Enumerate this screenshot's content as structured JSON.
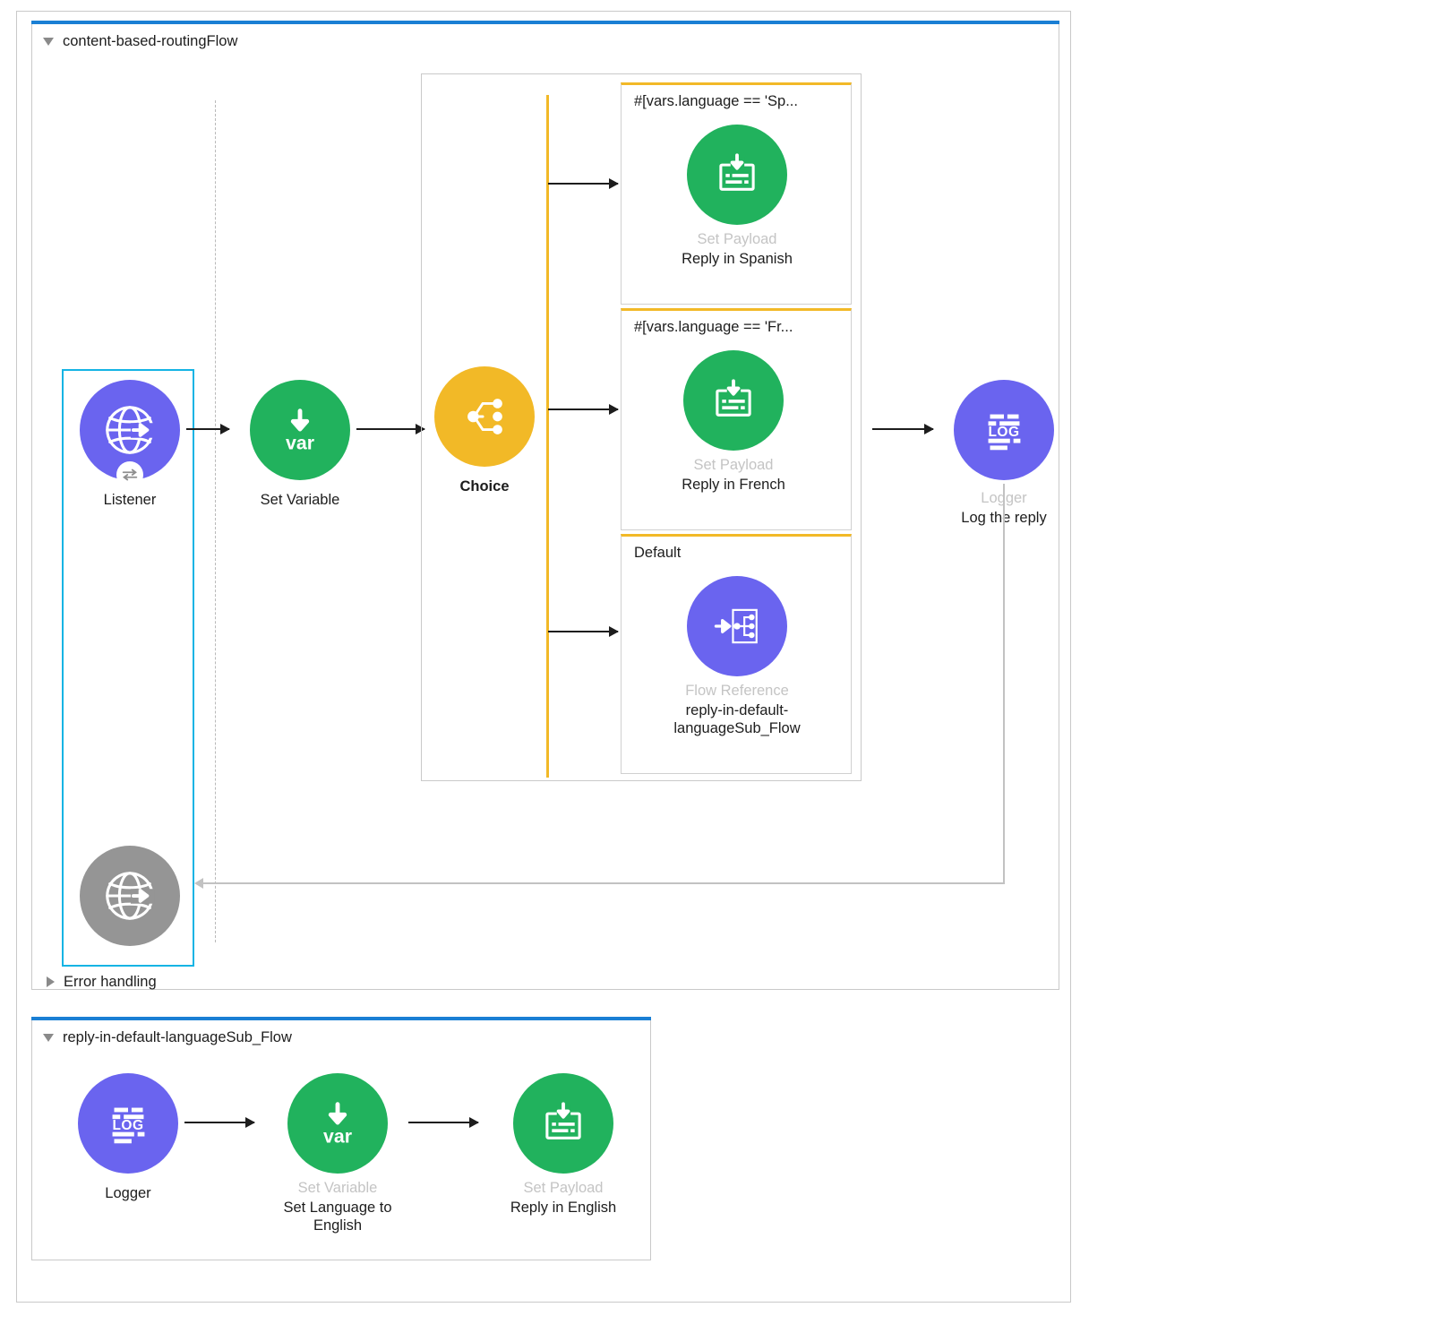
{
  "editor": {
    "flows": [
      {
        "id": "main",
        "name": "content-based-routingFlow",
        "expanded_icon": "triangle-down-icon",
        "error_handling_label": "Error handling",
        "error_handling_icon": "triangle-right-icon"
      },
      {
        "id": "sub",
        "name": "reply-in-default-languageSub_Flow",
        "expanded_icon": "triangle-down-icon"
      }
    ]
  },
  "main_flow": {
    "source": {
      "type": "Listener",
      "label": "Listener",
      "icon": "globe-arrow-icon",
      "badge_icon": "exchange-icon",
      "color": "#6a64ef",
      "selected": true
    },
    "response": {
      "type": "Listener Response",
      "icon": "globe-arrow-icon",
      "color": "#959595"
    },
    "set_variable": {
      "type": "Set Variable",
      "label": "Set Variable",
      "icon": "var-down-arrow-icon",
      "color": "#21b25d"
    },
    "choice": {
      "type": "Choice",
      "label": "Choice",
      "icon": "branch-node-icon",
      "color": "#f2b927",
      "branches": [
        {
          "title": "#[vars.language == 'Sp...",
          "processor": {
            "type": "Set Payload",
            "label": "Reply in Spanish",
            "icon": "set-payload-icon",
            "color": "#21b25d"
          }
        },
        {
          "title": "#[vars.language == 'Fr...",
          "processor": {
            "type": "Set Payload",
            "label": "Reply in French",
            "icon": "set-payload-icon",
            "color": "#21b25d"
          }
        },
        {
          "title": "Default",
          "processor": {
            "type": "Flow Reference",
            "label_line1": "reply-in-default-",
            "label_line2": "languageSub_Flow",
            "icon": "flow-reference-icon",
            "color": "#6a64ef"
          }
        }
      ]
    },
    "logger": {
      "type": "Logger",
      "label": "Log the reply",
      "icon": "log-icon",
      "color": "#6a64ef"
    }
  },
  "sub_flow": {
    "nodes": [
      {
        "type": "Logger",
        "label": "Logger",
        "type_visible": false,
        "icon": "log-icon",
        "color": "#6a64ef"
      },
      {
        "type": "Set Variable",
        "label_line1": "Set Language to",
        "label_line2": "English",
        "icon": "var-down-arrow-icon",
        "color": "#21b25d"
      },
      {
        "type": "Set Payload",
        "label": "Reply in English",
        "icon": "set-payload-icon",
        "color": "#21b25d"
      }
    ]
  },
  "colors": {
    "accent_blue": "#1a7fd4",
    "selection_cyan": "#14b4e4",
    "choice_amber": "#f2b927",
    "green": "#21b25d",
    "purple": "#6a64ef",
    "gray": "#959595"
  }
}
